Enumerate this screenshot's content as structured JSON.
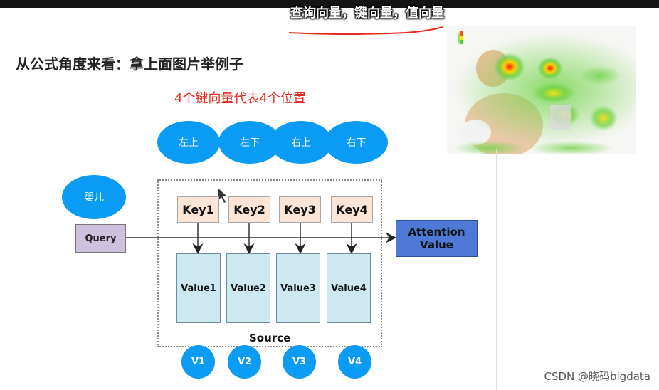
{
  "subtitle": "查询向量，键向量，值向量",
  "heading": "从公式角度来看：拿上面图片举例子",
  "caption": "4个键向量代表4个位置",
  "position_labels": [
    "左上",
    "左下",
    "右上",
    "右下"
  ],
  "query_word": "婴儿",
  "query_label": "Query",
  "keys": [
    "Key1",
    "Key2",
    "Key3",
    "Key4"
  ],
  "values": [
    "Value1",
    "Value2",
    "Value3",
    "Value4"
  ],
  "v_labels": [
    "V1",
    "V2",
    "V3",
    "V4"
  ],
  "source_label": "Source",
  "attention": {
    "line1": "Attention",
    "line2": "Value"
  },
  "watermark": "CSDN @晓码bigdata",
  "colors": {
    "ellipse": "#0a9bf4",
    "key": "#fbe5d6",
    "value": "#cde8f0",
    "query": "#cdc1dd",
    "attention": "#4f79d6",
    "caption": "#e8271e",
    "underline": "#e8271e"
  }
}
